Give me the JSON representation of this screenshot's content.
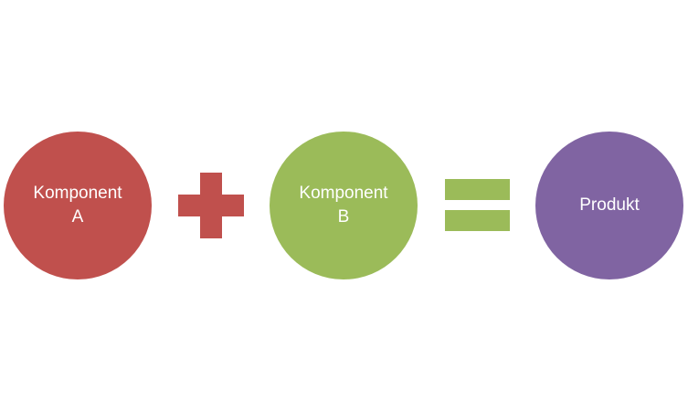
{
  "diagram": {
    "nodes": [
      {
        "id": "a",
        "label_line1": "Komponent",
        "label_line2": "A",
        "color": "#c0504d"
      },
      {
        "id": "b",
        "label_line1": "Komponent",
        "label_line2": "B",
        "color": "#9bbb59"
      },
      {
        "id": "p",
        "label_line1": "Produkt",
        "label_line2": "",
        "color": "#8064a2"
      }
    ],
    "operators": {
      "plus_color": "#c0504d",
      "equals_color": "#9bbb59"
    }
  }
}
